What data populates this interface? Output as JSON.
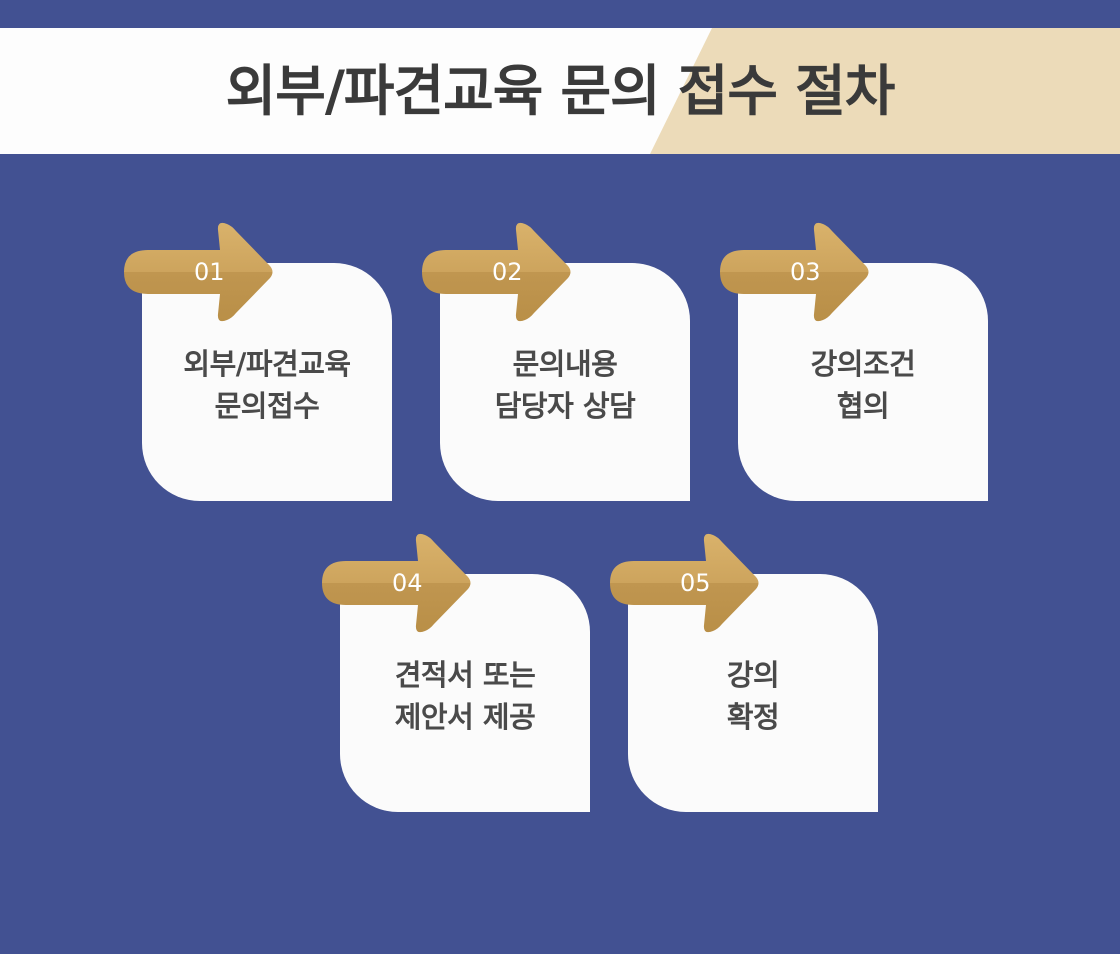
{
  "title": "외부/파견교육 문의 접수 절차",
  "colors": {
    "background": "#425192",
    "title_band": "#fdfdfd",
    "title_accent": "#ecdbb9",
    "card": "#fbfbfb",
    "arrow_gold": "#cda45d",
    "arrow_gold_dark": "#b98f47",
    "text_dark": "#3a3a3a"
  },
  "steps": [
    {
      "num": "01",
      "line1": "외부/파견교육",
      "line2": "문의접수"
    },
    {
      "num": "02",
      "line1": "문의내용",
      "line2": "담당자 상담"
    },
    {
      "num": "03",
      "line1": "강의조건",
      "line2": "협의"
    },
    {
      "num": "04",
      "line1": "견적서 또는",
      "line2": "제안서 제공"
    },
    {
      "num": "05",
      "line1": "강의",
      "line2": "확정"
    }
  ]
}
